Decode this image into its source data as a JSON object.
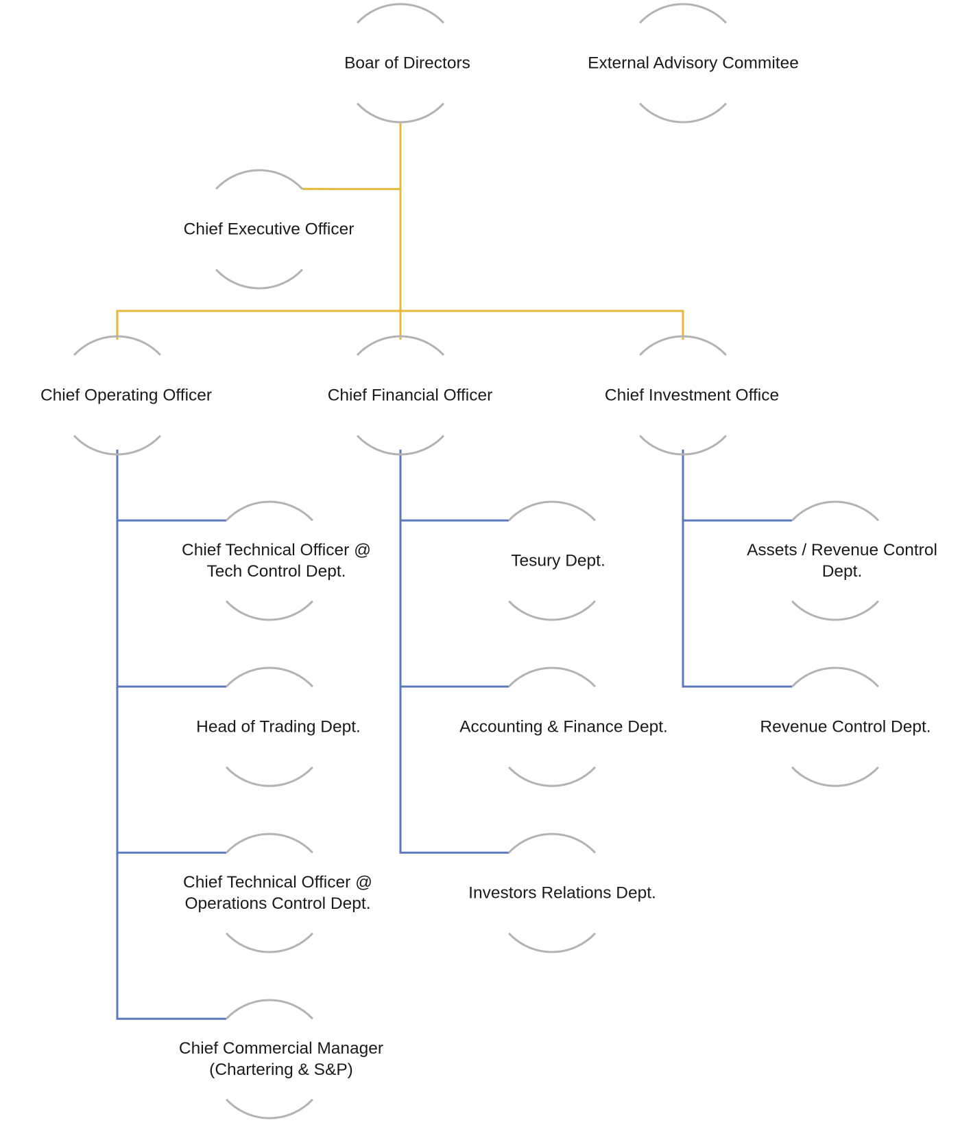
{
  "nodes": [
    {
      "id": "board",
      "lines": [
        "Boar of Directors"
      ]
    },
    {
      "id": "advisory",
      "lines": [
        "External Advisory Commitee"
      ]
    },
    {
      "id": "ceo",
      "lines": [
        "Chief Executive Officer"
      ]
    },
    {
      "id": "coo",
      "lines": [
        "Chief Operating Officer"
      ]
    },
    {
      "id": "cfo",
      "lines": [
        "Chief Financial Officer"
      ]
    },
    {
      "id": "cio",
      "lines": [
        "Chief Investment Office"
      ]
    },
    {
      "id": "cto_tech",
      "lines": [
        "Chief Technical Officer @",
        "Tech Control Dept."
      ]
    },
    {
      "id": "trading",
      "lines": [
        "Head of Trading Dept."
      ]
    },
    {
      "id": "cto_ops",
      "lines": [
        "Chief Technical Officer @",
        "Operations Control Dept."
      ]
    },
    {
      "id": "ccm",
      "lines": [
        "Chief Commercial Manager",
        "(Chartering & S&P)"
      ]
    },
    {
      "id": "treasury",
      "lines": [
        "Tesury Dept."
      ]
    },
    {
      "id": "accounting",
      "lines": [
        "Accounting & Finance Dept."
      ]
    },
    {
      "id": "investors",
      "lines": [
        "Investors Relations Dept."
      ]
    },
    {
      "id": "assets",
      "lines": [
        "Assets / Revenue Control",
        "Dept."
      ]
    },
    {
      "id": "revenue",
      "lines": [
        "Revenue Control Dept."
      ]
    }
  ],
  "edges": [
    {
      "from": "board",
      "to": "ceo",
      "color": "#e6b93a"
    },
    {
      "from": "board",
      "to": "coo",
      "color": "#e6b93a"
    },
    {
      "from": "board",
      "to": "cfo",
      "color": "#e6b93a"
    },
    {
      "from": "board",
      "to": "cio",
      "color": "#e6b93a"
    },
    {
      "from": "coo",
      "to": "cto_tech",
      "color": "#5b7abb"
    },
    {
      "from": "coo",
      "to": "trading",
      "color": "#5b7abb"
    },
    {
      "from": "coo",
      "to": "cto_ops",
      "color": "#5b7abb"
    },
    {
      "from": "coo",
      "to": "ccm",
      "color": "#5b7abb"
    },
    {
      "from": "cfo",
      "to": "treasury",
      "color": "#5b7abb"
    },
    {
      "from": "cfo",
      "to": "accounting",
      "color": "#5b7abb"
    },
    {
      "from": "cfo",
      "to": "investors",
      "color": "#5b7abb"
    },
    {
      "from": "cio",
      "to": "assets",
      "color": "#5b7abb"
    },
    {
      "from": "cio",
      "to": "revenue",
      "color": "#5b7abb"
    }
  ],
  "colors": {
    "arc": "#b3b3b3",
    "gold": "#e6b93a",
    "blue": "#5b7abb",
    "text": "#1a1a1a"
  }
}
